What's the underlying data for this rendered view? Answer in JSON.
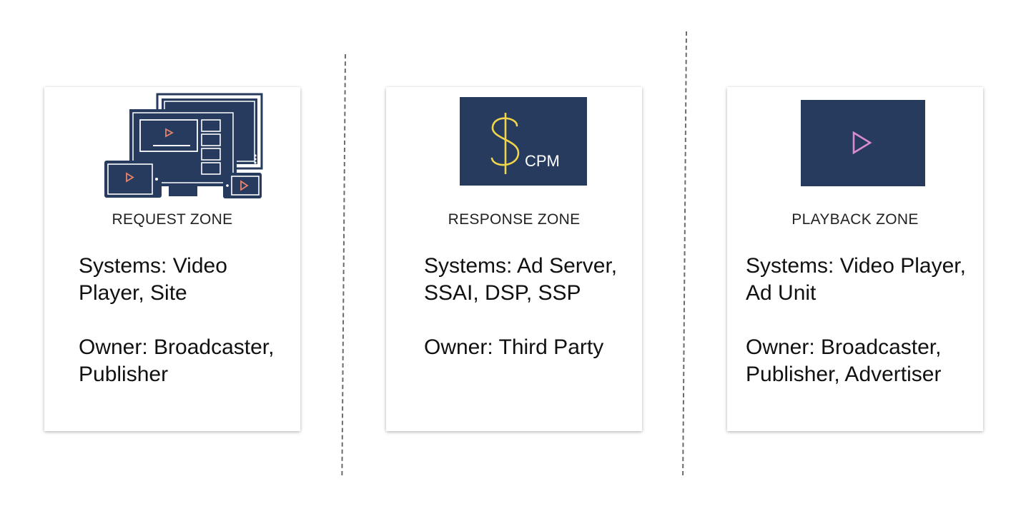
{
  "zones": [
    {
      "title": "REQUEST ZONE",
      "systems_label": "Systems:",
      "systems_value": "Video Player, Site",
      "owner_label": "Owner:",
      "owner_value": "Broadcaster, Publisher",
      "icon": "devices-icon"
    },
    {
      "title": "RESPONSE ZONE",
      "systems_label": "Systems:",
      "systems_value": "Ad Server, SSAI, DSP, SSP",
      "owner_label": "Owner:",
      "owner_value": "Third Party",
      "icon": "dollar-cpm-icon",
      "icon_text": "CPM"
    },
    {
      "title": "PLAYBACK ZONE",
      "systems_label": "Systems:",
      "systems_value": "Video Player, Ad Unit",
      "owner_label": "Owner:",
      "owner_value": "Broadcaster, Publisher, Advertiser",
      "icon": "play-icon"
    }
  ],
  "colors": {
    "icon_navy": "#263b5e",
    "play_orange": "#e8826b",
    "dollar_yellow": "#f0d44a",
    "play_pink": "#d98ad2",
    "divider_gray": "#6b6b6b"
  }
}
